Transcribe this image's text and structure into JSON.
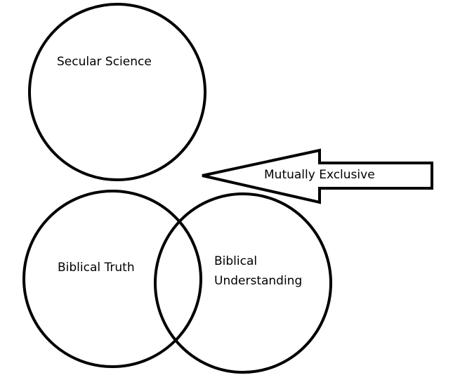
{
  "diagram": {
    "circles": {
      "secular_science": {
        "label": "Secular Science"
      },
      "biblical_truth": {
        "label": "Biblical Truth"
      },
      "biblical_understanding": {
        "label_line1": "Biblical",
        "label_line2": "Understanding"
      }
    },
    "arrow": {
      "label": "Mutually Exclusive",
      "direction": "left"
    },
    "colors": {
      "stroke": "#000000",
      "background": "#ffffff",
      "text": "#000000"
    }
  }
}
